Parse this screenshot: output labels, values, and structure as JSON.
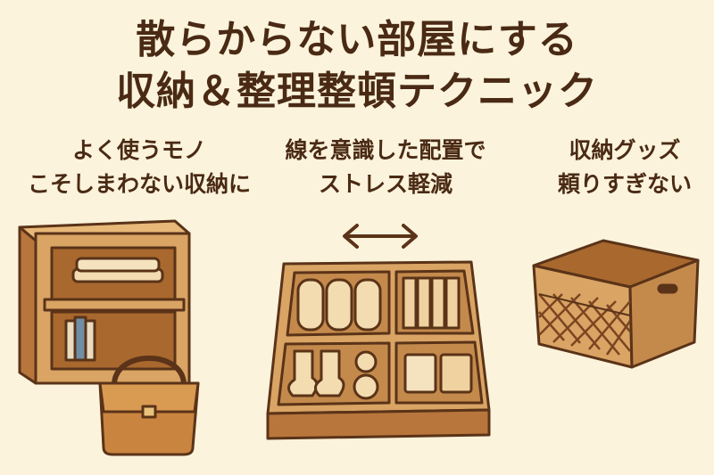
{
  "title": {
    "line1": "散らからない部屋にする",
    "line2": "収納＆整理整頓テクニック"
  },
  "tips": [
    {
      "line1": "よく使うモノ",
      "line2": "こそしまわない収納に"
    },
    {
      "line1": "線を意識した配置で",
      "line2": "ストレス軽減"
    },
    {
      "line1": "収納グッズ",
      "line2": "頼りすぎない"
    }
  ],
  "colors": {
    "background": "#fbf3dc",
    "text": "#4a2a14",
    "wood": "#d9a464",
    "wood_dark": "#b8763c",
    "outline": "#5a3318"
  },
  "icons": [
    "bookshelf-icon",
    "handbag-icon",
    "double-arrow-icon",
    "drawer-organizer-icon",
    "wicker-basket-icon"
  ]
}
